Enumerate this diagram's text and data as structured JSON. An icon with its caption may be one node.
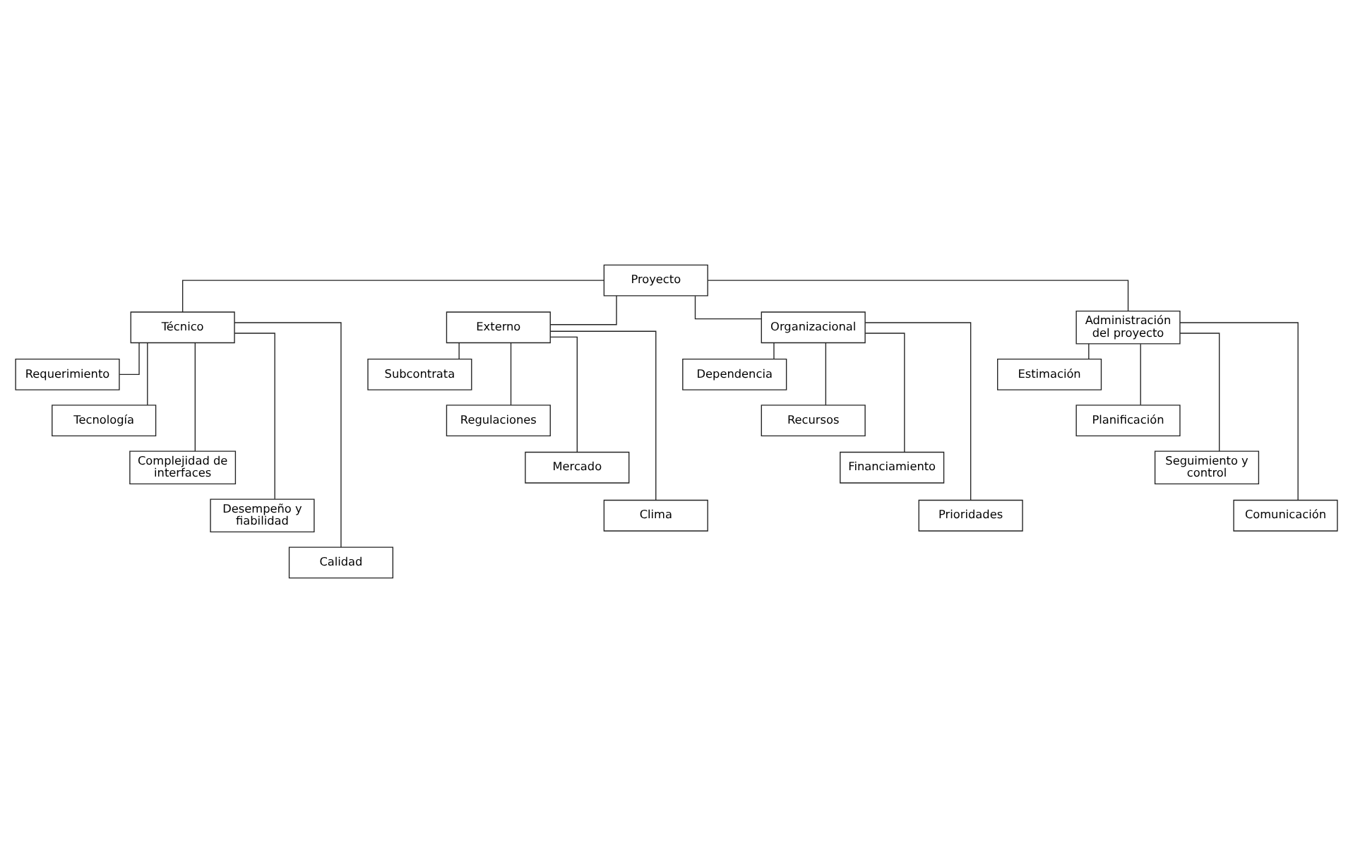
{
  "diagram": {
    "nodes": [
      {
        "text": [
          "Proyecto"
        ]
      },
      {
        "text": [
          "Técnico"
        ]
      },
      {
        "text": [
          "Externo"
        ]
      },
      {
        "text": [
          "Organizacional"
        ]
      },
      {
        "text": [
          "Administración del proyecto"
        ]
      },
      {
        "text": [
          "Requerimiento"
        ]
      },
      {
        "text": [
          "Tecnología"
        ]
      },
      {
        "text": [
          "Complejidad de interfaces"
        ]
      },
      {
        "text": [
          "Desempeño y fiabilidad"
        ]
      },
      {
        "text": [
          "Calidad"
        ]
      },
      {
        "text": [
          "Subcontrata"
        ]
      },
      {
        "text": [
          "Regulaciones"
        ]
      },
      {
        "text": [
          "Mercado"
        ]
      },
      {
        "text": [
          "Clima"
        ]
      },
      {
        "text": [
          "Dependencia"
        ]
      },
      {
        "text": [
          "Recursos"
        ]
      },
      {
        "text": [
          "Financiamiento"
        ]
      },
      {
        "text": [
          "Prioridades"
        ]
      },
      {
        "text": [
          "Estimación"
        ]
      },
      {
        "text": [
          "Planificación"
        ]
      },
      {
        "text": [
          "Seguimiento y control"
        ]
      },
      {
        "text": [
          "Comunicación"
        ]
      }
    ],
    "edges": [
      {
        "from": 0,
        "to": 1,
        "arrow": "none"
      },
      {
        "from": 0,
        "to": 2,
        "arrow": "none"
      },
      {
        "from": 0,
        "to": 3,
        "arrow": "none"
      },
      {
        "from": 0,
        "to": 4,
        "arrow": "none"
      },
      {
        "from": 1,
        "to": 5,
        "arrow": "none"
      },
      {
        "from": 1,
        "to": 6,
        "arrow": "none"
      },
      {
        "from": 1,
        "to": 7,
        "arrow": "none"
      },
      {
        "from": 1,
        "to": 8,
        "arrow": "none"
      },
      {
        "from": 1,
        "to": 9,
        "arrow": "none"
      },
      {
        "from": 2,
        "to": 10,
        "arrow": "none"
      },
      {
        "from": 2,
        "to": 11,
        "arrow": "none"
      },
      {
        "from": 2,
        "to": 12,
        "arrow": "none"
      },
      {
        "from": 2,
        "to": 13,
        "arrow": "none"
      },
      {
        "from": 3,
        "to": 14,
        "arrow": "none"
      },
      {
        "from": 3,
        "to": 15,
        "arrow": "none"
      },
      {
        "from": 3,
        "to": 16,
        "arrow": "none"
      },
      {
        "from": 3,
        "to": 17,
        "arrow": "none"
      },
      {
        "from": 4,
        "to": 18,
        "arrow": "none"
      },
      {
        "from": 4,
        "to": 19,
        "arrow": "none"
      },
      {
        "from": 4,
        "to": 20,
        "arrow": "none"
      },
      {
        "from": 4,
        "to": 21,
        "arrow": "none"
      }
    ]
  }
}
